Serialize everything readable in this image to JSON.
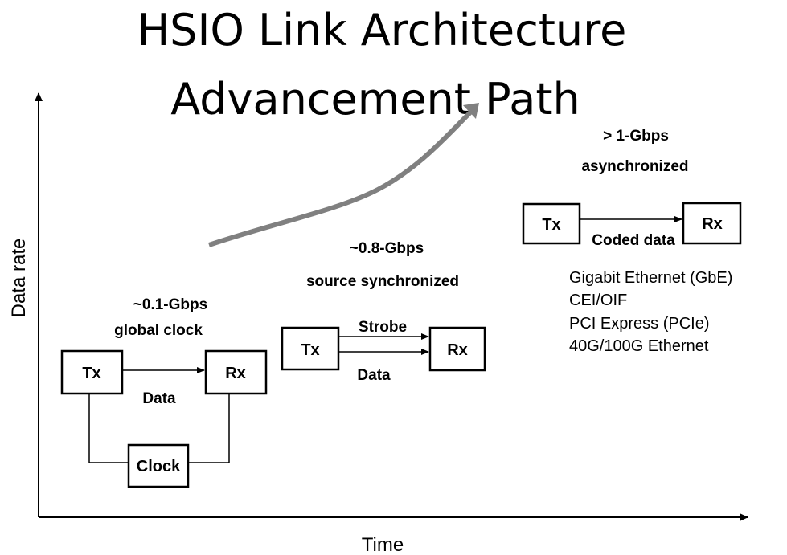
{
  "title": {
    "line1": "HSIO Link Architecture",
    "line2": "Advancement Path"
  },
  "axes": {
    "y_label": "Data rate",
    "x_label": "Time"
  },
  "colors": {
    "trend_arrow": "#808080",
    "lines": "#000000"
  },
  "stage1": {
    "rate": "~0.1-Gbps",
    "mode": "global clock",
    "tx": "Tx",
    "rx": "Rx",
    "data": "Data",
    "clock": "Clock"
  },
  "stage2": {
    "rate": "~0.8-Gbps",
    "mode": "source synchronized",
    "tx": "Tx",
    "rx": "Rx",
    "strobe": "Strobe",
    "data": "Data"
  },
  "stage3": {
    "rate": "> 1-Gbps",
    "mode": "asynchronized",
    "tx": "Tx",
    "rx": "Rx",
    "data": "Coded data",
    "examples": [
      "Gigabit Ethernet (GbE)",
      "CEI/OIF",
      "PCI Express (PCIe)",
      "40G/100G Ethernet"
    ]
  }
}
